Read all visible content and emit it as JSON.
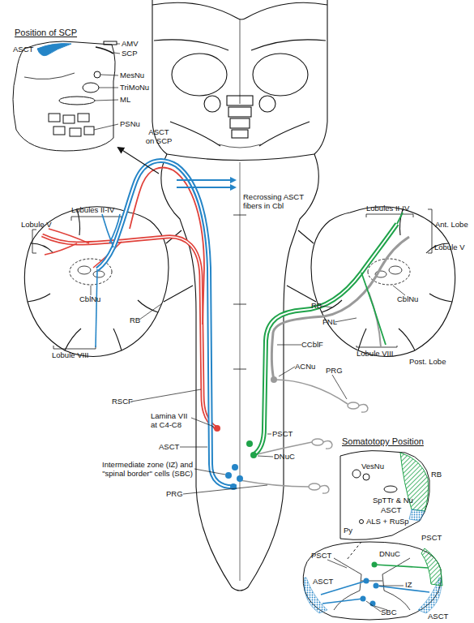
{
  "diagram": {
    "labels": [
      "Position of SCP",
      "AMV",
      "SCP",
      "ASCT",
      "MesNu",
      "TriMoNu",
      "ML",
      "PSNu",
      "ASCT on SCP",
      "Recrossing ASCT fibers in Cbl",
      "Lobules II-IV",
      "Lobule V",
      "CblNu",
      "RB",
      "Lobule VIII",
      "Lobules II-IV",
      "Ant. Lobe",
      "Lobule V",
      "CblNu",
      "RB",
      "FNL",
      "CCblF",
      "Post. Lobe",
      "Lobule VIII",
      "ACNu",
      "RSCF",
      "PRG",
      "Lamina VII at C4-C8",
      "PSCT",
      "ASCT",
      "DNuC",
      "Intermediate zone (IZ) and \"spinal border\" cells (SBC)",
      "PRG",
      "Somatotopy Position",
      "VesNu",
      "RB",
      "SpTTr & Nu",
      "ASCT",
      "ALS + RuSp",
      "Py",
      "DNuC",
      "PSCT",
      "PSCT",
      "IZ",
      "ASCT",
      "ASCT",
      "SBC"
    ]
  }
}
